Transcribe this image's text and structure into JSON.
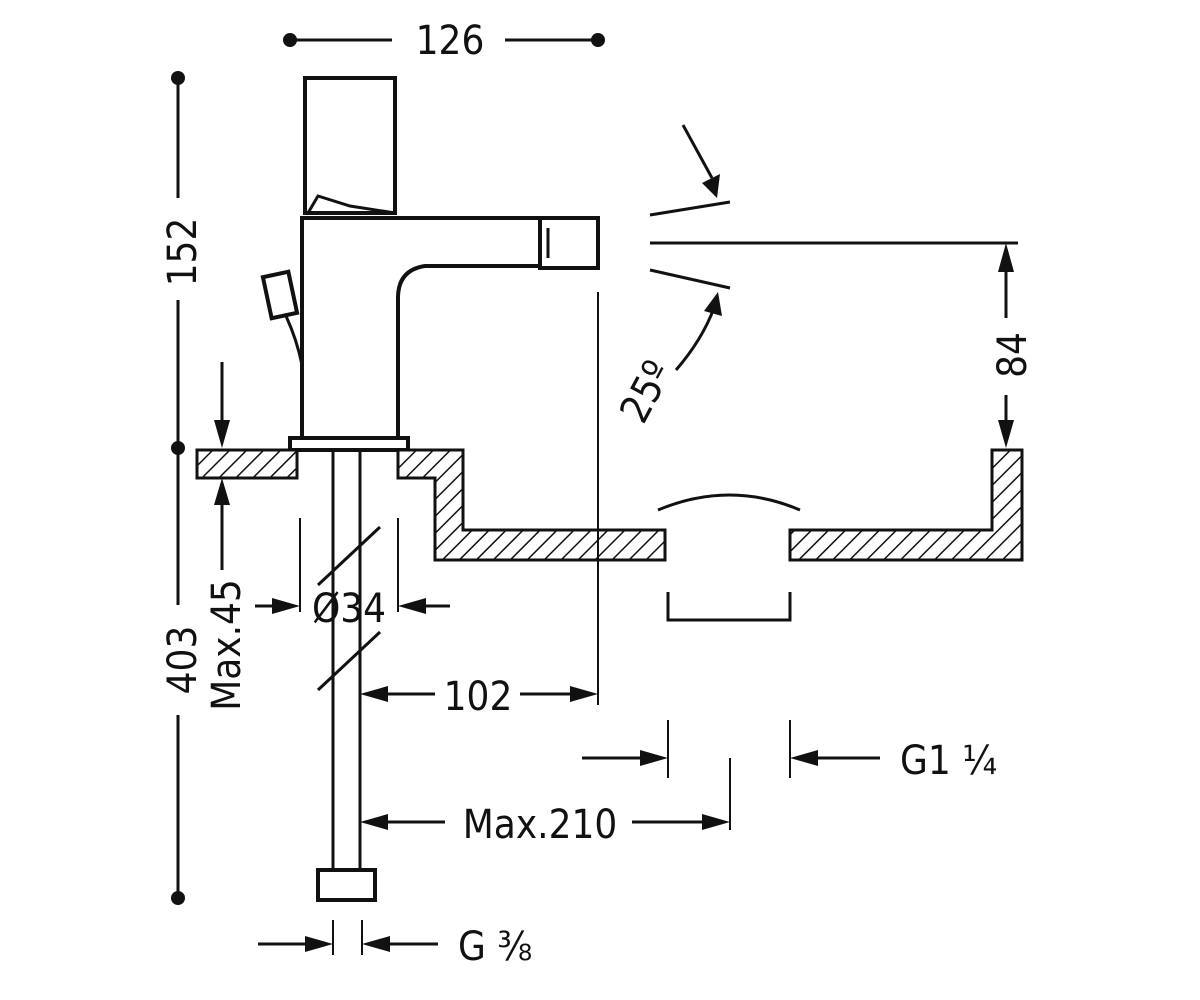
{
  "dimensions": {
    "top_width": "126",
    "faucet_height": "152",
    "total_height": "403",
    "max_thickness": "Max.45",
    "hole_diameter": "Ø34",
    "spout_reach": "102",
    "spout_height": "84",
    "angle": "25º",
    "drain_thread": "G1 ¼",
    "max_distance": "Max.210",
    "supply_thread": "G ⅜"
  }
}
